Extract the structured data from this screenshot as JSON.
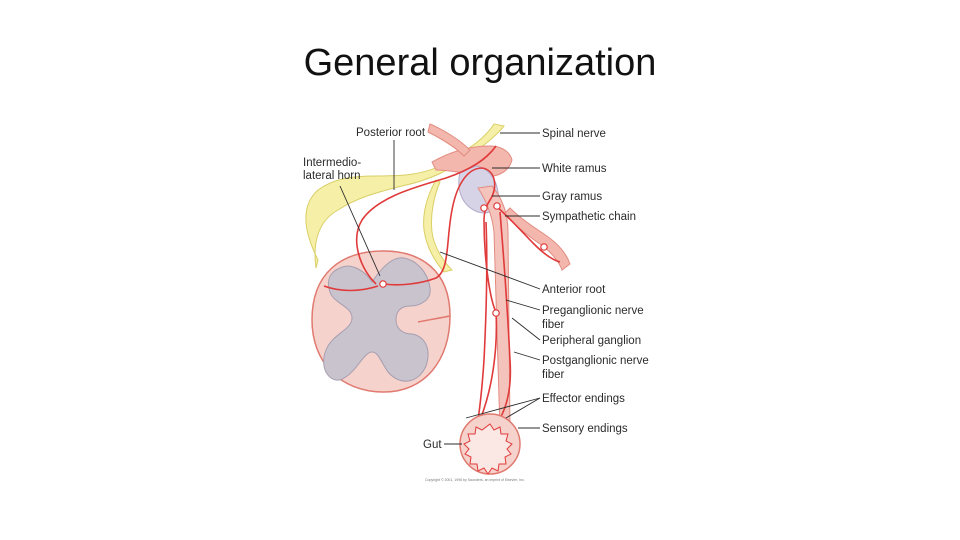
{
  "slide": {
    "title": "General organization"
  },
  "diagram": {
    "labels": {
      "posterior_root": "Posterior root",
      "intermedio_1": "Intermedio-",
      "intermedio_2": "lateral horn",
      "spinal_nerve": "Spinal nerve",
      "white_ramus": "White ramus",
      "gray_ramus": "Gray ramus",
      "sympathetic_chain": "Sympathetic chain",
      "anterior_root": "Anterior root",
      "preganglionic_1": "Preganglionic nerve",
      "preganglionic_2": "fiber",
      "peripheral_ganglion": "Peripheral ganglion",
      "postganglionic_1": "Postganglionic nerve",
      "postganglionic_2": "fiber",
      "effector_endings": "Effector endings",
      "sensory_endings": "Sensory endings",
      "gut": "Gut",
      "copyright": "Copyright © 2001, 1996 by Saunders, an imprint of Elsevier, Inc."
    },
    "colors": {
      "nerve_red": "#e03a3a",
      "cord_pink": "#f4c9c4",
      "gray_matter": "#c9c3ce",
      "root_yellow": "#f6efa8",
      "ramus_lavender": "#d7d3e6"
    }
  }
}
